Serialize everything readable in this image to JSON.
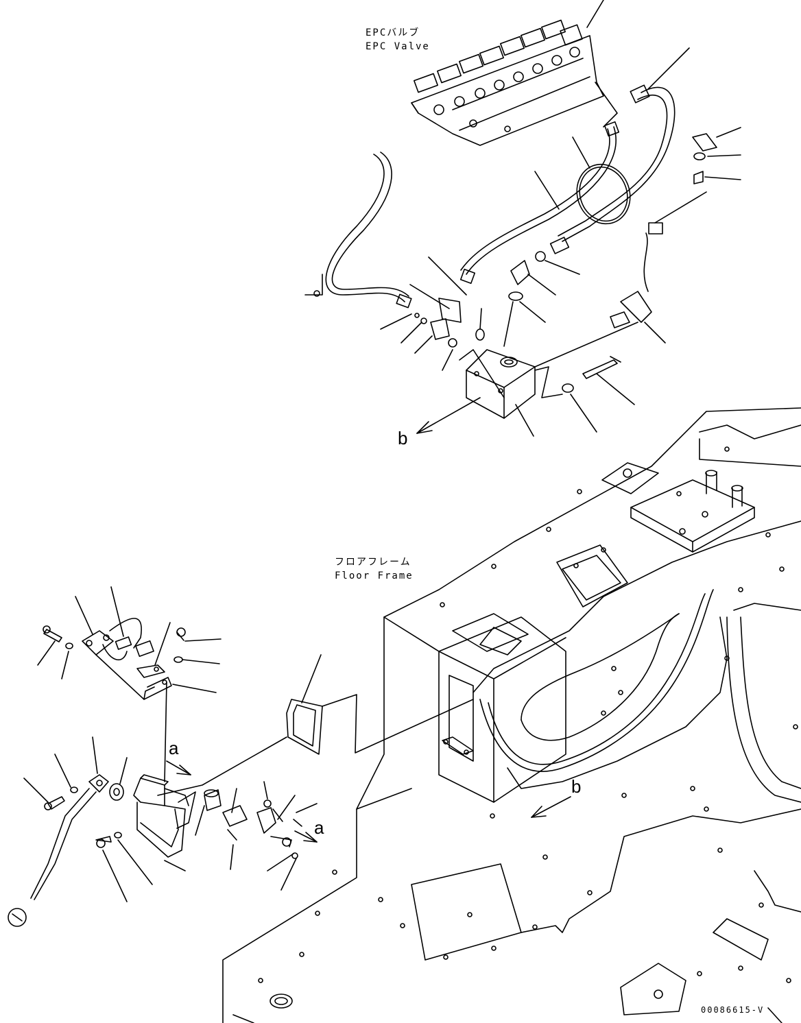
{
  "labels": {
    "epc_valve_jp": "EPCバルブ",
    "epc_valve_en": "EPC Valve",
    "floor_frame_jp": "フロアフレーム",
    "floor_frame_en": "Floor Frame"
  },
  "callouts": {
    "b_top": "b",
    "b_frame": "b",
    "a_left": "a",
    "a_right": "a"
  },
  "drawing_code": "00086615-V"
}
